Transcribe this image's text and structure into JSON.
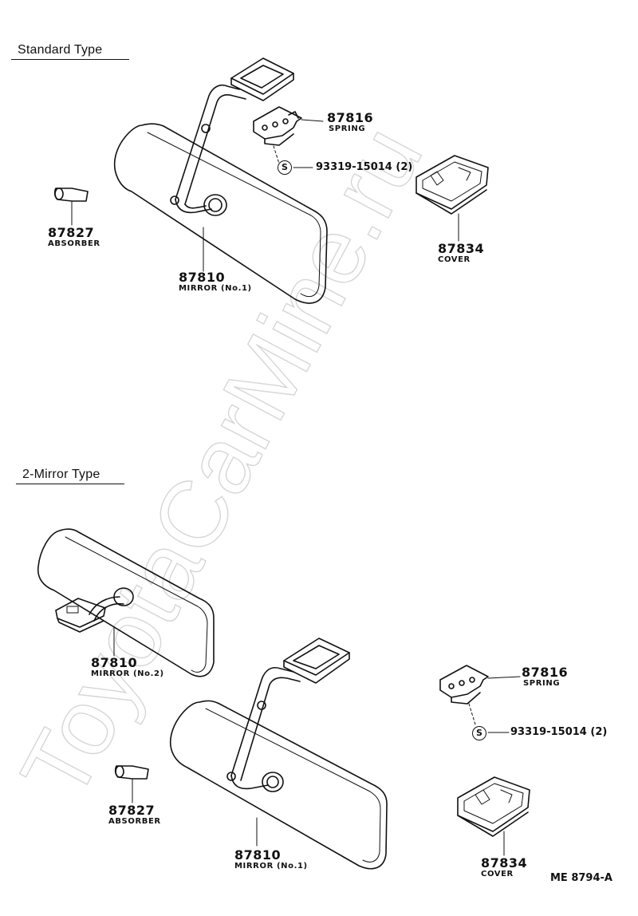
{
  "watermark": "ToyotaCarMine.ru",
  "sections": [
    {
      "title": "Standard Type"
    },
    {
      "title": "2-Mirror Type"
    }
  ],
  "standard": {
    "spring": {
      "number": "87816",
      "name": "SPRING"
    },
    "clip": {
      "symbol": "S",
      "spec": "93319-15014 (2)"
    },
    "cover": {
      "number": "87834",
      "name": "COVER"
    },
    "absorber": {
      "number": "87827",
      "name": "ABSORBER"
    },
    "mirror": {
      "number": "87810",
      "name": "MIRROR (No.1)"
    }
  },
  "two_mirror": {
    "mirror2": {
      "number": "87810",
      "name": "MIRROR (No.2)"
    },
    "spring": {
      "number": "87816",
      "name": "SPRING"
    },
    "clip": {
      "symbol": "S",
      "spec": "93319-15014 (2)"
    },
    "absorber": {
      "number": "87827",
      "name": "ABSORBER"
    },
    "mirror1": {
      "number": "87810",
      "name": "MIRROR (No.1)"
    },
    "cover": {
      "number": "87834",
      "name": "COVER"
    }
  },
  "diagram_id": "ME 8794-A"
}
